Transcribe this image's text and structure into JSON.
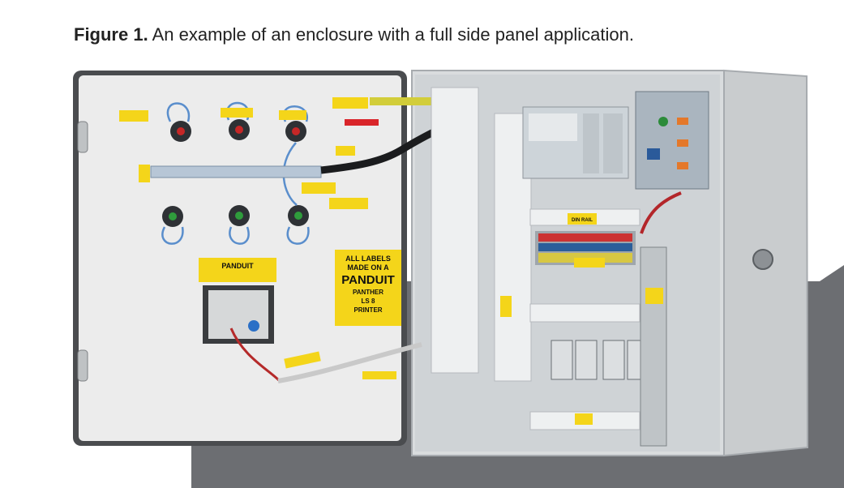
{
  "caption": {
    "prefix": "Figure 1.",
    "text": "An example of an enclosure with a full side panel application."
  },
  "labels": {
    "panduit_small": "PANDUIT",
    "all_labels_lines": [
      "ALL LABELS",
      "MADE ON A",
      "PANDUIT",
      "PANTHER",
      "LS 8",
      "PRINTER"
    ],
    "din_rail": "DIN RAIL"
  },
  "colors": {
    "label_yellow": "#f4d51a",
    "panel_light": "#e9ebec",
    "backdrop_gray": "#6c6e72",
    "door_frame": "#4a4c4f"
  }
}
